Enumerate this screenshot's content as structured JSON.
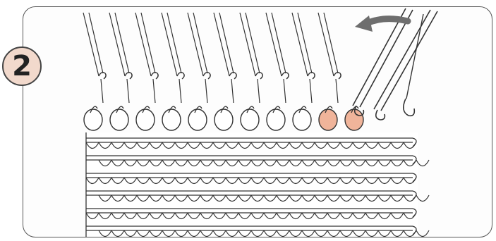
{
  "step": {
    "number": "2"
  },
  "colors": {
    "line": "#333333",
    "highlight_loop": "#f0b49a",
    "badge_fill": "#f2d9cc",
    "arrow": "#6e6e6e"
  },
  "illustration": {
    "subject": "knitting-machine-needles-transferring-stitches",
    "needle_count": 10,
    "stitch_rows": 6,
    "highlighted_loops": 2
  }
}
